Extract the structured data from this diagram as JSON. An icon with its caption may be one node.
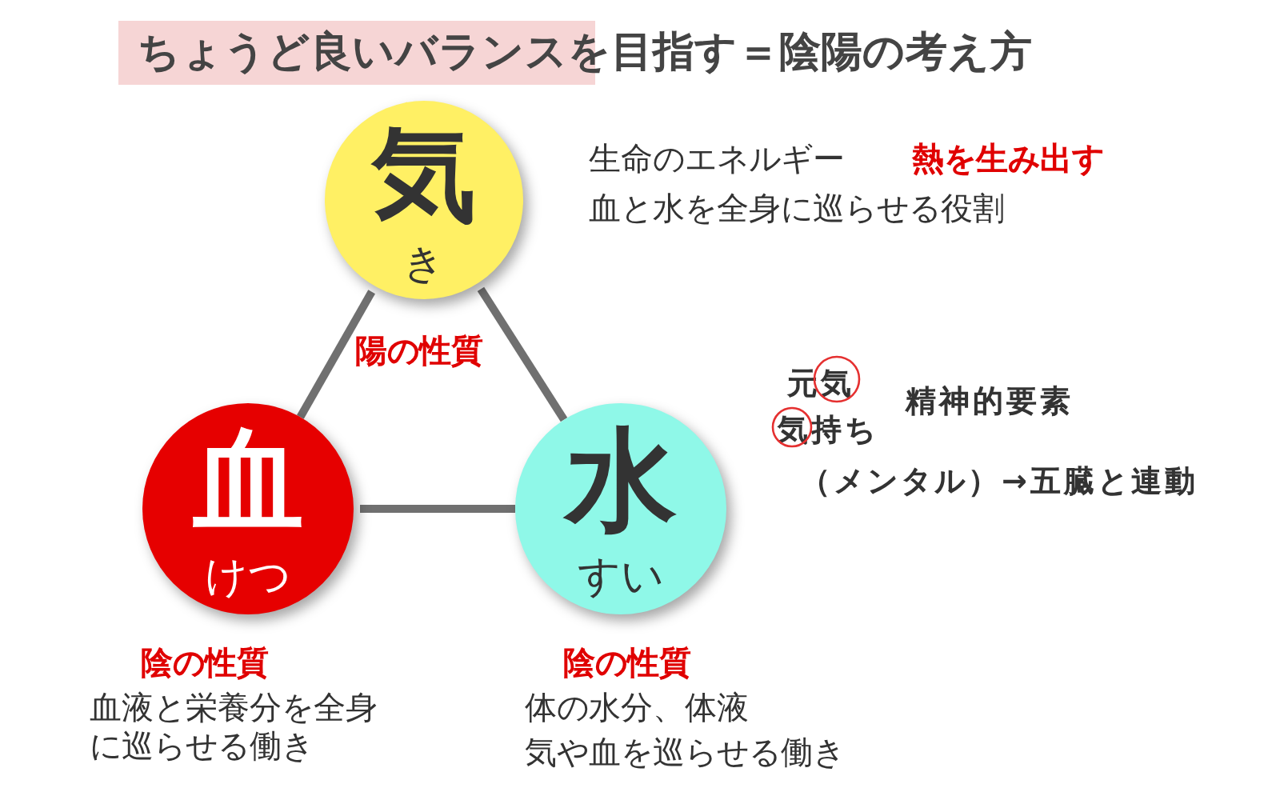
{
  "diagram": {
    "title": "ちょうど良いバランスを目指す＝陰陽の考え方",
    "nodes": [
      {
        "text": [
          "気",
          "き"
        ],
        "beside": [
          "陽の性質",
          "生命のエネルギー",
          "熱を生み出す",
          "血と水を全身に巡らせる役割"
        ]
      },
      {
        "text": [
          "血",
          "けつ"
        ],
        "beside": [
          "陰の性質",
          "血液と栄養分を全身に巡らせる働き"
        ]
      },
      {
        "text": [
          "水",
          "すい"
        ],
        "beside": [
          "陰の性質",
          "体の水分、体液",
          "気や血を巡らせる働き"
        ]
      }
    ],
    "edges": [
      {
        "from": 0,
        "to": 1,
        "arrow": "none"
      },
      {
        "from": 0,
        "to": 2,
        "arrow": "none"
      },
      {
        "from": 1,
        "to": 2,
        "arrow": "none"
      }
    ],
    "labels": [
      "元気",
      "気持ち",
      "精神的要素",
      "（メンタル）→五臓と連動"
    ]
  }
}
